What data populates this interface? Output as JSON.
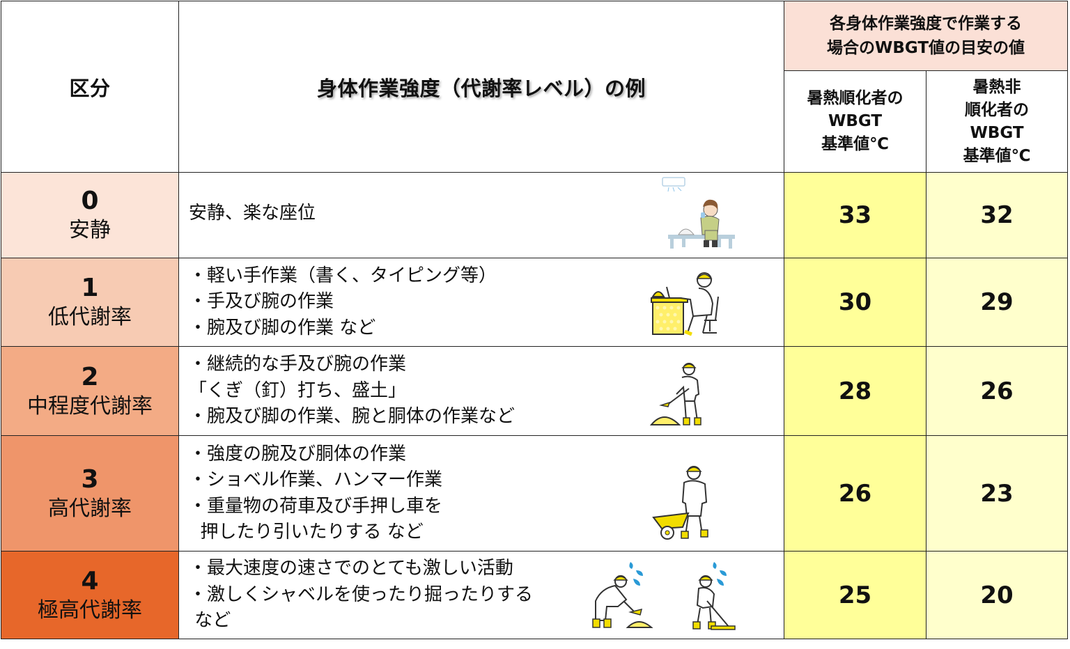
{
  "header": {
    "category": "区分",
    "examples": "身体作業強度（代謝率レベル）の例",
    "wbgt_group": [
      "各身体作業強度で作業する",
      "場合のWBGT値の目安の値"
    ],
    "acclimatized": [
      "暑熱順化者の",
      "WBGT",
      "基準値℃"
    ],
    "non_acclimatized": [
      "暑熱非",
      "順化者の",
      "WBGT",
      "基準値℃"
    ]
  },
  "rows": [
    {
      "level": "0",
      "label": "安静",
      "color": "#fce4d8",
      "examples": [
        "安静、楽な座位"
      ],
      "illustration": "resting-worker-icon",
      "wbgt_acclimatized": "33",
      "wbgt_non_acclimatized": "32"
    },
    {
      "level": "1",
      "label": "低代謝率",
      "color": "#f7cbb3",
      "examples": [
        "・軽い手作業（書く、タイピング等）",
        "・手及び腕の作業",
        "・腕及び脚の作業 など"
      ],
      "illustration": "desk-worker-icon",
      "wbgt_acclimatized": "30",
      "wbgt_non_acclimatized": "29"
    },
    {
      "level": "2",
      "label": "中程度代謝率",
      "color": "#f3ab85",
      "examples": [
        "・継続的な手及び腕の作業",
        "「くぎ（釘）打ち、盛土」",
        "・腕及び脚の作業、腕と胴体の作業など"
      ],
      "illustration": "shoveling-worker-icon",
      "wbgt_acclimatized": "28",
      "wbgt_non_acclimatized": "26"
    },
    {
      "level": "3",
      "label": "高代謝率",
      "color": "#ef956a",
      "examples": [
        "・強度の腕及び胴体の作業",
        "・ショベル作業、ハンマー作業",
        "・重量物の荷車及び手押し車を",
        "  押したり引いたりする など"
      ],
      "illustration": "wheelbarrow-worker-icon",
      "wbgt_acclimatized": "26",
      "wbgt_non_acclimatized": "23"
    },
    {
      "level": "4",
      "label": "極高代謝率",
      "color": "#e7672a",
      "examples": [
        "・最大速度の速さでのとても激しい活動",
        "・激しくシャベルを使ったり掘ったりする",
        " など"
      ],
      "illustration": "sweating-digging-workers-icon",
      "wbgt_acclimatized": "25",
      "wbgt_non_acclimatized": "20"
    }
  ],
  "colors": {
    "acclimatized_bg": "#ffff99",
    "non_acclimatized_bg": "#ffffcc",
    "header_pink": "#fbe0d6",
    "helmet_yellow": "#f2dd00",
    "sweat_blue": "#2a9ad6"
  }
}
